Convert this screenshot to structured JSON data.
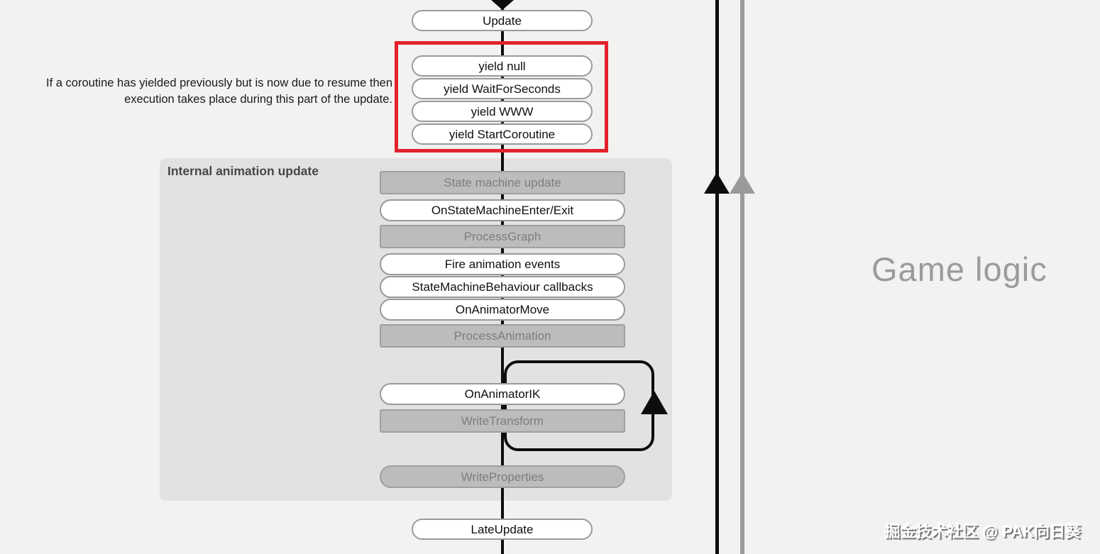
{
  "colors": {
    "page_background": "#f2f2f1",
    "panel_background": "#e2e2e1",
    "highlight_red": "#e3222a",
    "line_black": "#0d0d0d",
    "line_gray": "#9a9a9a",
    "internal_box_fill": "#bcbcbc",
    "internal_box_text": "#7d7d7d",
    "phase_label_gray": "#9b9b9b"
  },
  "flow_top": {
    "update_label": "Update",
    "coroutine_note": "If a coroutine has yielded previously but is now due to resume then execution takes place during this part of the update.",
    "yield_boxes": [
      {
        "label": "yield null"
      },
      {
        "label": "yield WaitForSeconds"
      },
      {
        "label": "yield WWW"
      },
      {
        "label": "yield StartCoroutine"
      }
    ]
  },
  "animation_panel": {
    "title": "Internal animation update",
    "nodes": [
      {
        "label": "State machine update",
        "style": "internal"
      },
      {
        "label": "OnStateMachineEnter/Exit",
        "style": "callback"
      },
      {
        "label": "ProcessGraph",
        "style": "internal"
      },
      {
        "label": "Fire animation events",
        "style": "callback"
      },
      {
        "label": "StateMachineBehaviour callbacks",
        "style": "callback"
      },
      {
        "label": "OnAnimatorMove",
        "style": "callback"
      },
      {
        "label": "ProcessAnimation",
        "style": "internal"
      },
      {
        "label": "OnAnimatorIK",
        "style": "callback"
      },
      {
        "label": "WriteTransform",
        "style": "internal"
      },
      {
        "label": "WriteProperties",
        "style": "internal-pill"
      }
    ]
  },
  "flow_bottom": {
    "late_update_label": "LateUpdate"
  },
  "timeline": {
    "phase_label": "Game logic"
  },
  "watermark_text": "掘金技术社区 @ PAK向日葵"
}
